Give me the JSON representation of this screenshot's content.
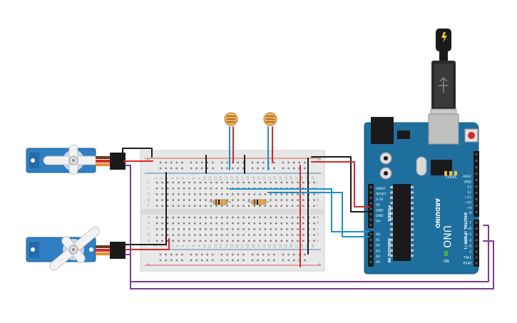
{
  "colors": {
    "wire_black": "#1a1a1a",
    "wire_red": "#d62828",
    "wire_blue": "#1f8fc4",
    "wire_purple": "#7a3b8f",
    "arduino_body": "#1f6f9e",
    "servo_body": "#2f7fc2",
    "breadboard": "#e8e8e8"
  },
  "arduino": {
    "brand": "ARDUINO",
    "model": "UNO",
    "on_label": "ON",
    "power_header": "POWER",
    "analog_header": "ANALOG IN",
    "digital_header": "DIGITAL (PWM~)",
    "power_pins": [
      "IOREF",
      "RESET",
      "3.3V",
      "5V",
      "GND",
      "GND",
      "Vin"
    ],
    "analog_pins": [
      "A0",
      "A1",
      "A2",
      "A3",
      "A4",
      "A5"
    ],
    "digital_top": [
      "AREF",
      "GND",
      "13",
      "12",
      "~11",
      "~10",
      "~9",
      "8"
    ],
    "digital_bottom": [
      "7",
      "~6",
      "~5",
      "4",
      "~3",
      "2",
      "TX▸1",
      "RX◂0"
    ],
    "led_labels": [
      "TX",
      "RX",
      "L"
    ]
  },
  "breadboard": {
    "row_letters_top": [
      "j",
      "i",
      "h",
      "g",
      "f"
    ],
    "row_letters_bottom": [
      "e",
      "d",
      "c",
      "b",
      "a"
    ],
    "column_numbers": [
      "1",
      "2",
      "3",
      "4",
      "5",
      "6",
      "7",
      "8",
      "9",
      "10",
      "11",
      "12",
      "13",
      "14",
      "15",
      "16",
      "17",
      "18",
      "19",
      "20",
      "21",
      "22",
      "23",
      "24",
      "25",
      "26",
      "27",
      "28",
      "29",
      "30"
    ]
  },
  "components": {
    "servos": [
      "servo-top",
      "servo-bottom"
    ],
    "photoresistors": 2,
    "resistors": 2,
    "usb_cable_icon": "usb-plug-icon"
  }
}
